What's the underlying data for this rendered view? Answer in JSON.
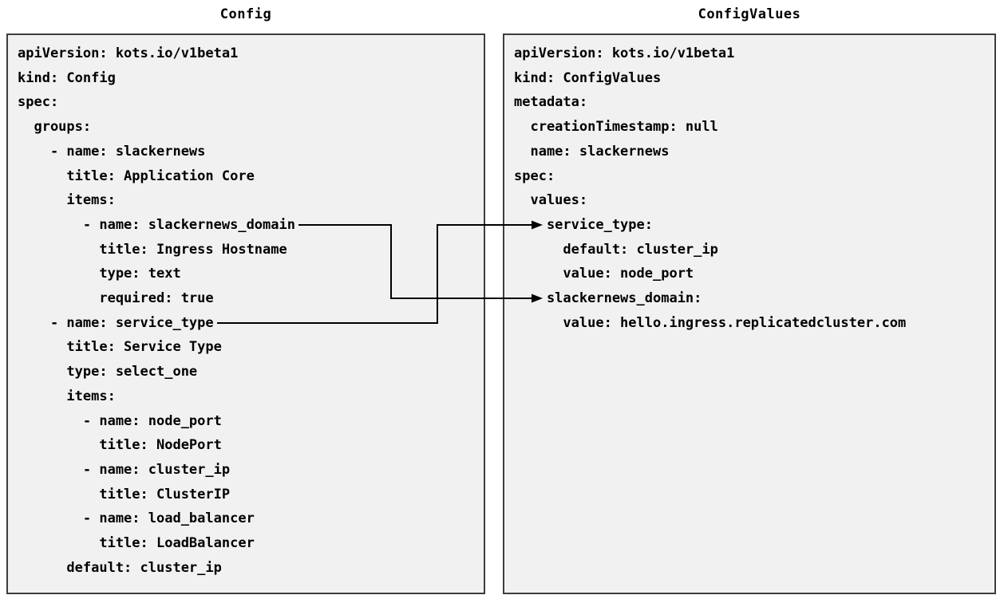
{
  "config_panel": {
    "title": "Config",
    "lines": [
      "apiVersion: kots.io/v1beta1",
      "kind: Config",
      "spec:",
      "  groups:",
      "    - name: slackernews",
      "      title: Application Core",
      "      items:",
      "        - name: slackernews_domain",
      "          title: Ingress Hostname",
      "          type: text",
      "          required: true",
      "    - name: service_type",
      "      title: Service Type",
      "      type: select_one",
      "      items:",
      "        - name: node_port",
      "          title: NodePort",
      "        - name: cluster_ip",
      "          title: ClusterIP",
      "        - name: load_balancer",
      "          title: LoadBalancer",
      "      default: cluster_ip"
    ]
  },
  "configvalues_panel": {
    "title": "ConfigValues",
    "lines": [
      "apiVersion: kots.io/v1beta1",
      "kind: ConfigValues",
      "metadata:",
      "  creationTimestamp: null",
      "  name: slackernews",
      "spec:",
      "  values:",
      "    service_type:",
      "      default: cluster_ip",
      "      value: node_port",
      "    slackernews_domain:",
      "      value: hello.ingress.replicatedcluster.com"
    ]
  },
  "connections": [
    {
      "from_panel": "Config",
      "from_field": "slackernews_domain",
      "to_panel": "ConfigValues",
      "to_field": "slackernews_domain"
    },
    {
      "from_panel": "Config",
      "from_field": "service_type",
      "to_panel": "ConfigValues",
      "to_field": "service_type"
    }
  ],
  "colors": {
    "panel_bg": "#f1f1f1",
    "panel_border": "#3d3d3d",
    "text": "#000000",
    "arrow": "#000000",
    "page_bg": "#ffffff"
  }
}
